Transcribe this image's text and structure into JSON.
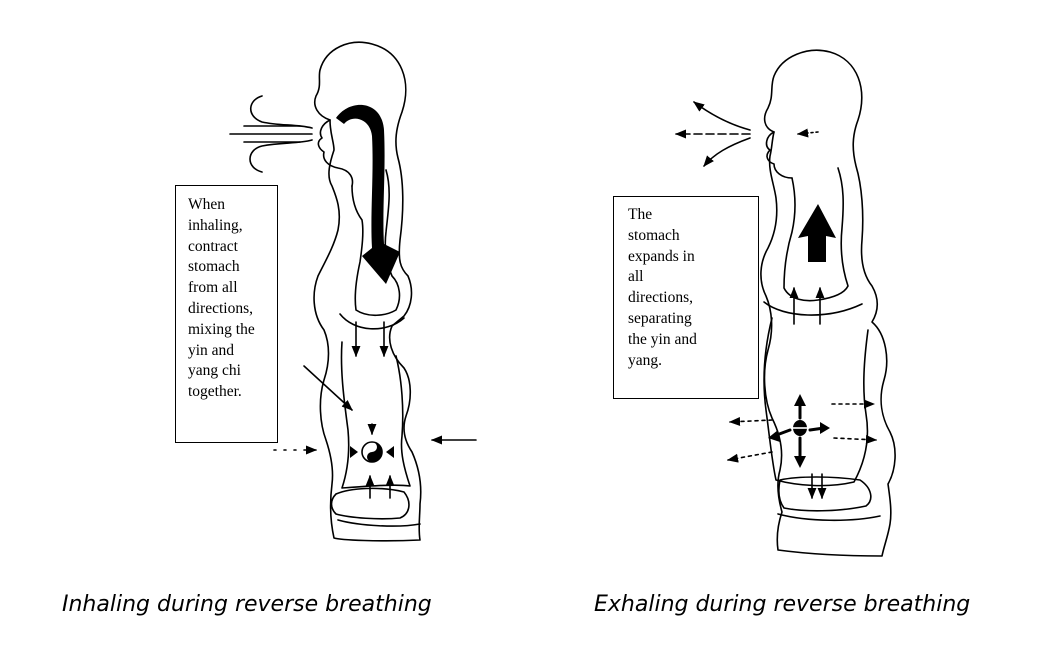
{
  "figures": [
    {
      "id": "inhale",
      "note_text": "When\ninhaling,\ncontract\nstomach\nfrom all\ndirections,\nmixing the\nyin and\nyang chi\ntogether.",
      "caption": "Inhaling during reverse breathing",
      "big_arrow_direction": "down",
      "center_icon": "yin-yang-icon"
    },
    {
      "id": "exhale",
      "note_text": "The\nstomach\nexpands in\nall\ndirections,\nseparating\nthe yin and\nyang.",
      "caption": "Exhaling during reverse breathing",
      "big_arrow_direction": "up",
      "center_icon": "separated-yin-yang-icon"
    }
  ]
}
